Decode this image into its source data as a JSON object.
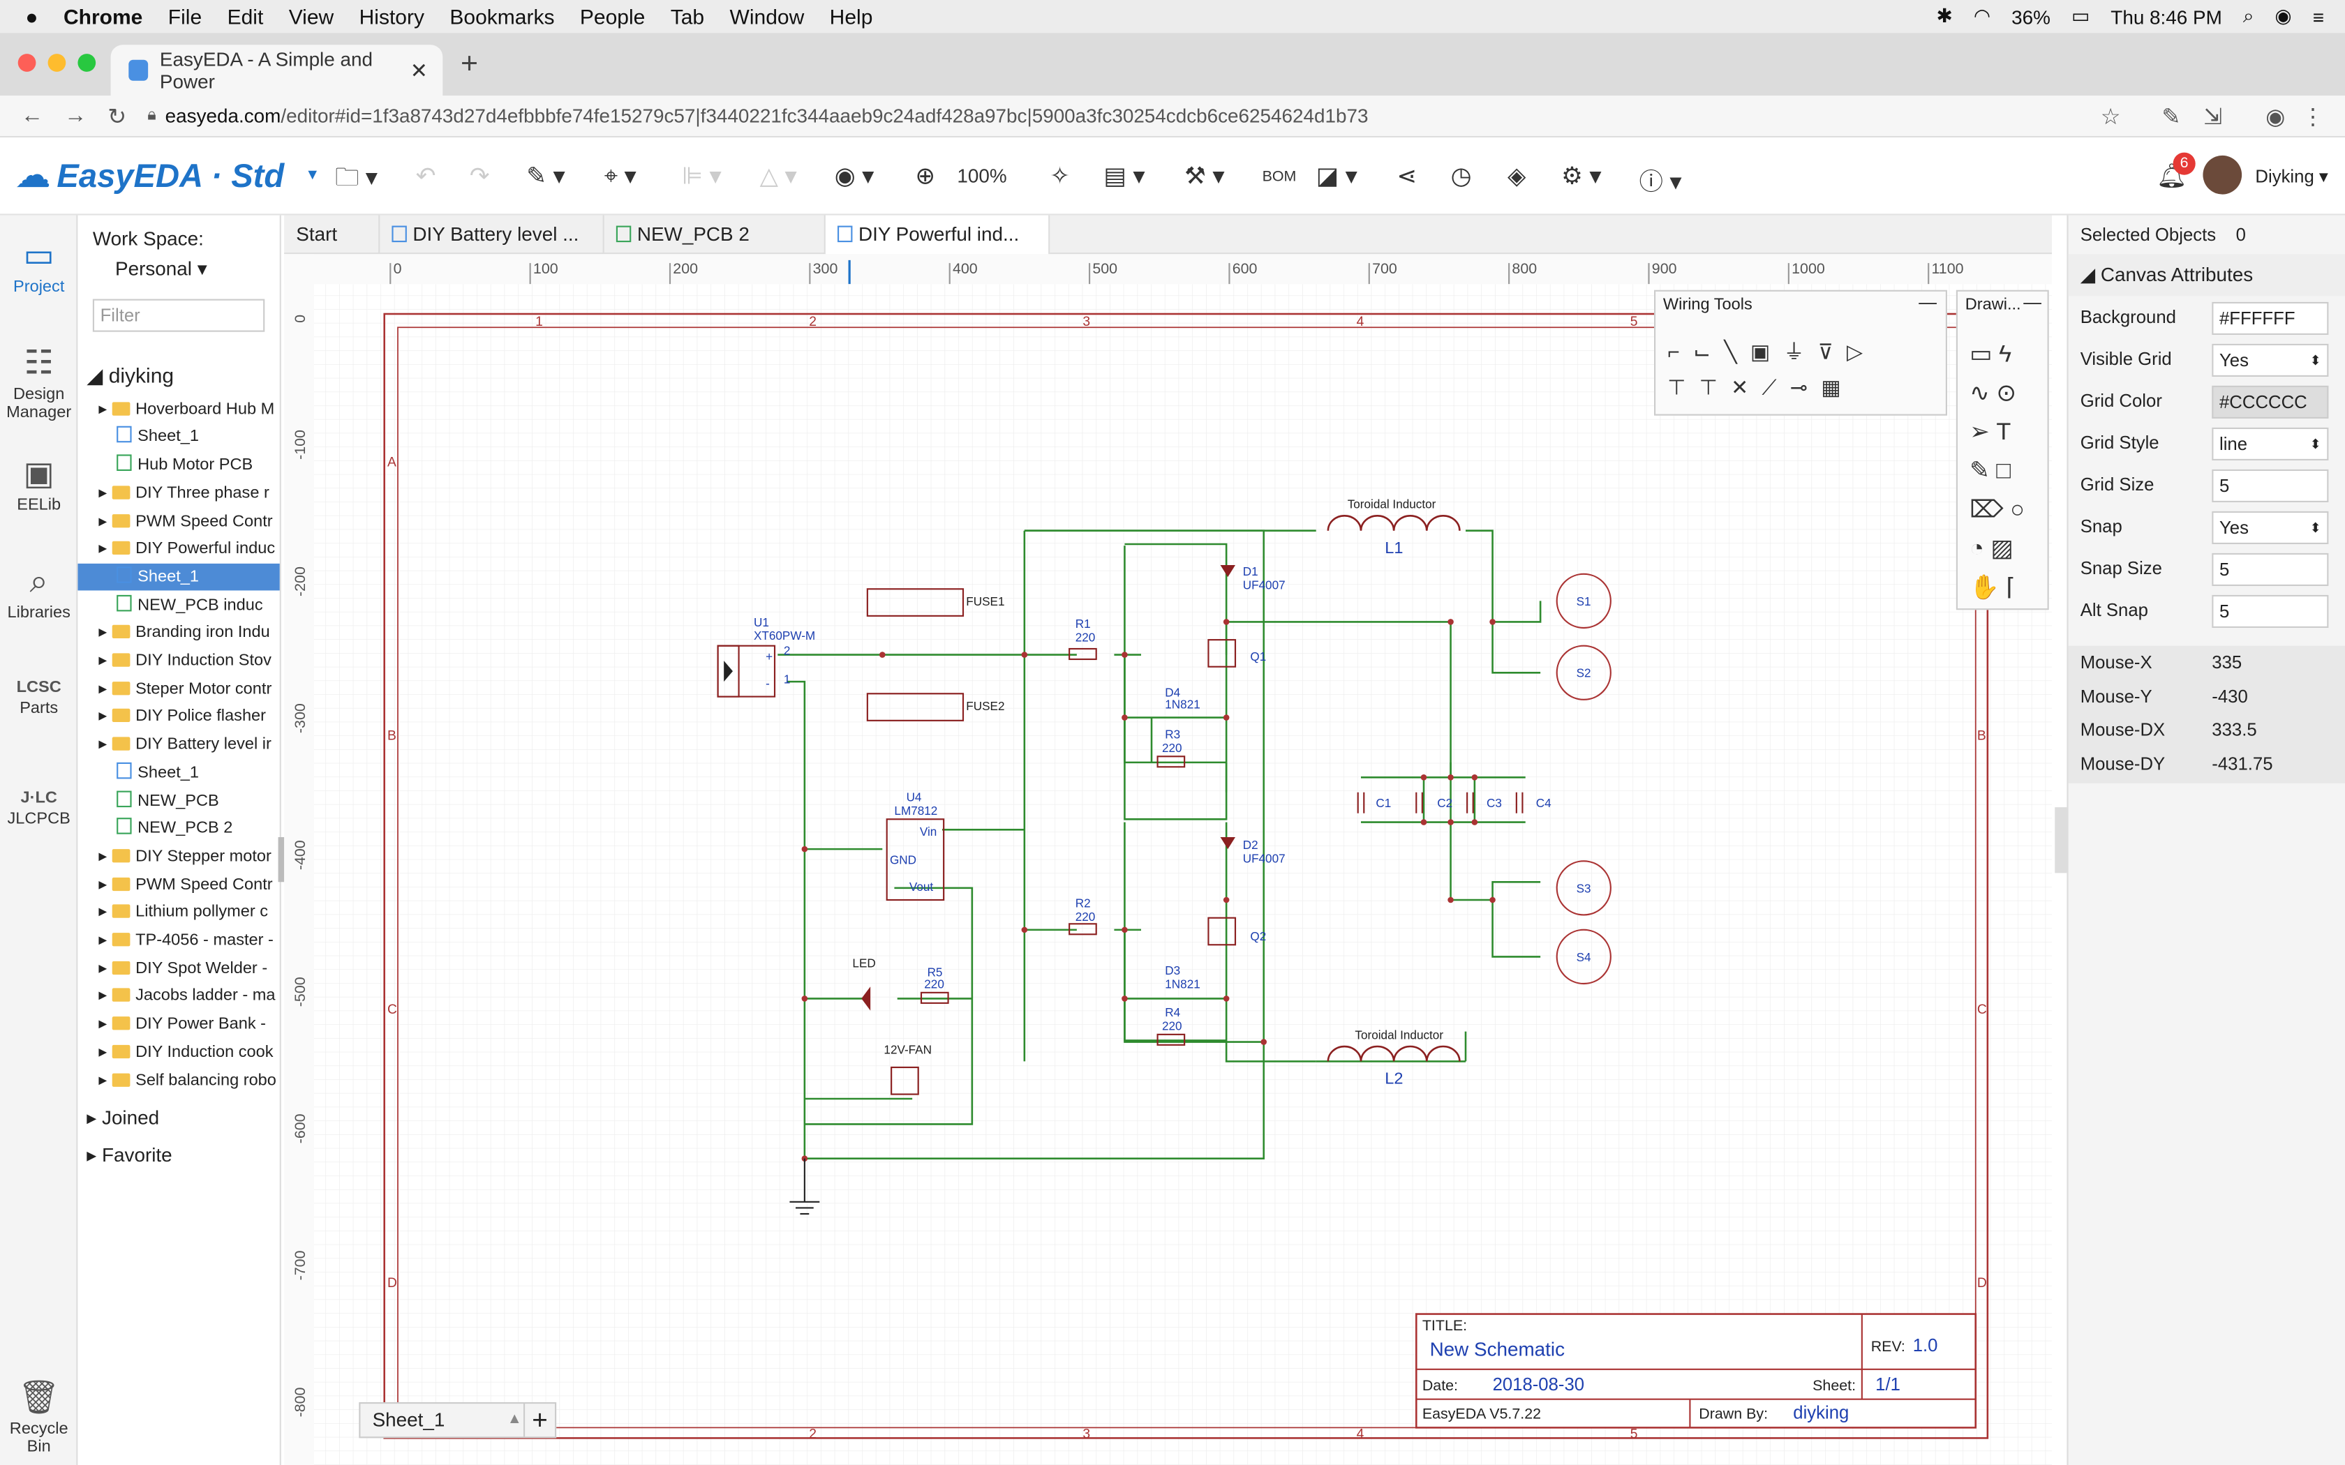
{
  "menubar": {
    "apple": "",
    "app": "Chrome",
    "items": [
      "File",
      "Edit",
      "View",
      "History",
      "Bookmarks",
      "People",
      "Tab",
      "Window",
      "Help"
    ],
    "battery": "36%",
    "clock": "Thu 8:46 PM"
  },
  "browser": {
    "tab_title": "EasyEDA - A Simple and Power",
    "url_host": "easyeda.com",
    "url_path": "/editor#id=1f3a8743d27d4efbbbfe74fe15279c57|f3440221fc344aaeb9c24adf428a97bc|5900a3fc30254cdcb6ce6254624d1b73"
  },
  "app": {
    "logo": "EasyEDA · Std",
    "zoom": "100%",
    "bom": "BOM",
    "user": "Diyking",
    "notifications": "6"
  },
  "rail": [
    {
      "label": "Project",
      "icon": "folder-icon"
    },
    {
      "label": "Design Manager",
      "icon": "list-icon"
    },
    {
      "label": "EELib",
      "icon": "chip-icon"
    },
    {
      "label": "Libraries",
      "icon": "search-icon"
    },
    {
      "label": "Parts",
      "icon": "lcsc-icon"
    },
    {
      "label": "JLCPCB",
      "icon": "jlc-icon"
    },
    {
      "label": "Recycle Bin",
      "icon": "trash-icon"
    }
  ],
  "workspace": {
    "label": "Work Space:",
    "value": "Personal",
    "filter_placeholder": "Filter"
  },
  "tree": [
    {
      "label": "diyking",
      "type": "root",
      "indent": 0
    },
    {
      "label": "Hoverboard Hub M",
      "type": "folder",
      "indent": 1
    },
    {
      "label": "Sheet_1",
      "type": "sch",
      "indent": 2
    },
    {
      "label": "Hub Motor PCB",
      "type": "pcb",
      "indent": 2
    },
    {
      "label": "DIY Three phase r",
      "type": "folder",
      "indent": 1
    },
    {
      "label": "PWM Speed Contr",
      "type": "folder",
      "indent": 1
    },
    {
      "label": "DIY Powerful induc",
      "type": "folder",
      "indent": 1
    },
    {
      "label": "Sheet_1",
      "type": "sch",
      "indent": 2,
      "selected": true
    },
    {
      "label": "NEW_PCB induc",
      "type": "pcb",
      "indent": 2
    },
    {
      "label": "Branding iron Indu",
      "type": "folder",
      "indent": 1
    },
    {
      "label": "DIY Induction Stov",
      "type": "folder",
      "indent": 1
    },
    {
      "label": "Steper Motor contr",
      "type": "folder",
      "indent": 1
    },
    {
      "label": "DIY Police flasher",
      "type": "folder",
      "indent": 1
    },
    {
      "label": "DIY Battery level ir",
      "type": "folder",
      "indent": 1
    },
    {
      "label": "Sheet_1",
      "type": "sch",
      "indent": 2
    },
    {
      "label": "NEW_PCB",
      "type": "pcb",
      "indent": 2
    },
    {
      "label": "NEW_PCB 2",
      "type": "pcb",
      "indent": 2
    },
    {
      "label": "DIY Stepper motor",
      "type": "folder",
      "indent": 1
    },
    {
      "label": "PWM Speed Contr",
      "type": "folder",
      "indent": 1
    },
    {
      "label": "Lithium pollymer c",
      "type": "folder",
      "indent": 1
    },
    {
      "label": "TP-4056 - master -",
      "type": "folder",
      "indent": 1
    },
    {
      "label": "DIY Spot Welder -",
      "type": "folder",
      "indent": 1
    },
    {
      "label": "Jacobs ladder - ma",
      "type": "folder",
      "indent": 1
    },
    {
      "label": "DIY Power Bank -",
      "type": "folder",
      "indent": 1
    },
    {
      "label": "DIY Induction cook",
      "type": "folder",
      "indent": 1
    },
    {
      "label": "Self balancing robo",
      "type": "folder",
      "indent": 1
    }
  ],
  "tree_extra": {
    "joined": "Joined",
    "favorite": "Favorite"
  },
  "doctabs": [
    "Start",
    "DIY Battery level ...",
    "NEW_PCB 2",
    "DIY Powerful ind..."
  ],
  "wiring_tools": {
    "title": "Wiring Tools"
  },
  "drawing_tools": {
    "title": "Drawi..."
  },
  "right": {
    "selected_label": "Selected Objects",
    "selected_value": "0",
    "section": "Canvas Attributes",
    "attrs": [
      {
        "label": "Background",
        "value": "#FFFFFF"
      },
      {
        "label": "Visible Grid",
        "value": "Yes"
      },
      {
        "label": "Grid Color",
        "value": "#CCCCCC"
      },
      {
        "label": "Grid Style",
        "value": "line"
      },
      {
        "label": "Grid Size",
        "value": "5"
      },
      {
        "label": "Snap",
        "value": "Yes"
      },
      {
        "label": "Snap Size",
        "value": "5"
      },
      {
        "label": "Alt Snap",
        "value": "5"
      }
    ],
    "mouse": [
      {
        "label": "Mouse-X",
        "value": "335"
      },
      {
        "label": "Mouse-Y",
        "value": "-430"
      },
      {
        "label": "Mouse-DX",
        "value": "333.5"
      },
      {
        "label": "Mouse-DY",
        "value": "-431.75"
      }
    ]
  },
  "ruler": {
    "h": [
      "0",
      "100",
      "200",
      "300",
      "400",
      "500",
      "600",
      "700",
      "800",
      "900",
      "1000",
      "1100"
    ],
    "v": [
      "0",
      "-100",
      "-200",
      "-300",
      "-400",
      "-500",
      "-600",
      "-700",
      "-800"
    ]
  },
  "frame": {
    "cols": [
      "1",
      "2",
      "3",
      "4",
      "5"
    ],
    "rows": [
      "A",
      "B",
      "C",
      "D"
    ]
  },
  "schematic": {
    "u1": "U1",
    "u1_part": "XT60PW-M",
    "fuse1": "FUSE1",
    "fuse2": "FUSE2",
    "r1": "R1",
    "r1v": "220",
    "r2": "R2",
    "r2v": "220",
    "r3": "R3",
    "r3v": "220",
    "r4": "R4",
    "r4v": "220",
    "r5": "R5",
    "r5v": "220",
    "d1": "D1",
    "d1v": "UF4007",
    "d2": "D2",
    "d2v": "UF4007",
    "d3": "D3",
    "d3v": "1N821",
    "d4": "D4",
    "d4v": "1N821",
    "q1": "Q1",
    "q2": "Q2",
    "u4": "U4",
    "u4_part": "LM7812",
    "vin": "Vin",
    "gnd": "GND",
    "vout": "Vout",
    "led": "LED",
    "fan": "12V-FAN",
    "l1_title": "Toroidal Inductor",
    "l1": "L1",
    "l2_title": "Toroidal Inductor",
    "l2": "L2",
    "c1": "C1",
    "c2": "C2",
    "c3": "C3",
    "c4": "C4",
    "s1": "S1",
    "s2": "S2",
    "s3": "S3",
    "s4": "S4"
  },
  "titleblock": {
    "title_label": "TITLE:",
    "title": "New Schematic",
    "rev_label": "REV:",
    "rev": "1.0",
    "date_label": "Date:",
    "date": "2018-08-30",
    "sheet_label": "Sheet:",
    "sheet": "1/1",
    "version": "EasyEDA V5.7.22",
    "drawn_label": "Drawn By:",
    "drawn": "diyking"
  },
  "sheet": {
    "name": "Sheet_1",
    "add": "+"
  }
}
